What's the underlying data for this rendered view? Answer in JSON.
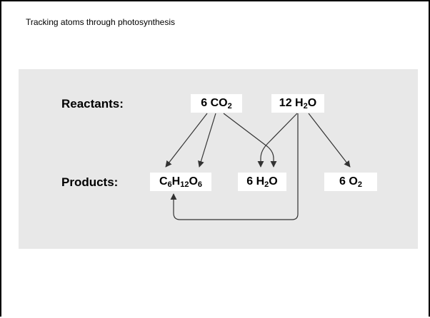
{
  "caption": "Tracking atoms through photosynthesis",
  "labels": {
    "reactants": "Reactants:",
    "products": "Products:"
  },
  "reactants": {
    "co2": {
      "coef": "6",
      "el1": "CO",
      "sub1": "2"
    },
    "water": {
      "coef": "12",
      "el1": "H",
      "sub1": "2",
      "el2": "O"
    }
  },
  "products": {
    "glucose": {
      "el1": "C",
      "sub1": "6",
      "el2": "H",
      "sub2": "12",
      "el3": "O",
      "sub3": "6"
    },
    "water": {
      "coef": "6",
      "el1": "H",
      "sub1": "2",
      "el2": "O"
    },
    "oxygen": {
      "coef": "6",
      "el1": "O",
      "sub1": "2"
    }
  },
  "colors": {
    "band": "#e8e8e8",
    "ink": "#333333"
  }
}
